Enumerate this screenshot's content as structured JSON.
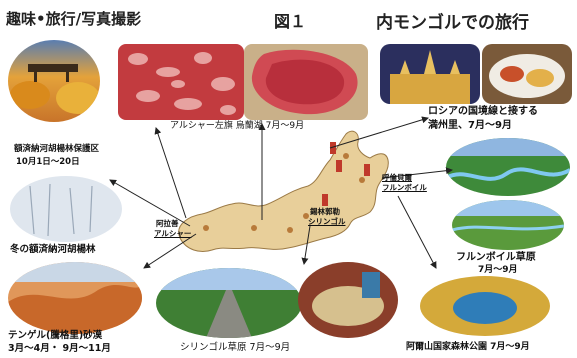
{
  "header": {
    "left_title": "趣味•旅行/写真撮影",
    "center_title": "図１",
    "right_title": "内モンゴルでの旅行"
  },
  "labels": {
    "ejina_reserve_1": "額済納河胡楊林保護区",
    "ejina_reserve_2": "10月1日～20日",
    "winter_ejina": "冬の額済納河胡楊林",
    "tengger_1": "テンゲル(騰格里)砂漠",
    "tengger_2": "3月～4月・ 9月～11月",
    "alxa_lake": "アルシャー左旗 烏蘭湖   7月～9月",
    "manzhouli_1": "ロシアの国境線と接する",
    "manzhouli_2": "満州里、7月～9月",
    "hulunbuir_city_1": "呼倫貝爾",
    "hulunbuir_city_2": "フルンボイル",
    "alxa_city_1": "阿拉善",
    "alxa_city_2": "アルシャー",
    "xilingol_city_1": "錫林郭勒",
    "xilingol_city_2": "シリンゴル",
    "hulunbuir_grassland_1": "フルンボイル草原",
    "hulunbuir_grassland_2": "7月～9月",
    "xilingol_grassland": "シリンゴル草原   7月～9月",
    "arxan_park": "阿爾山国家森林公園   7月～9月"
  },
  "colors": {
    "accent_red": "#c0392b",
    "map_beige": "#e8cf9a",
    "arrow": "#222222"
  }
}
